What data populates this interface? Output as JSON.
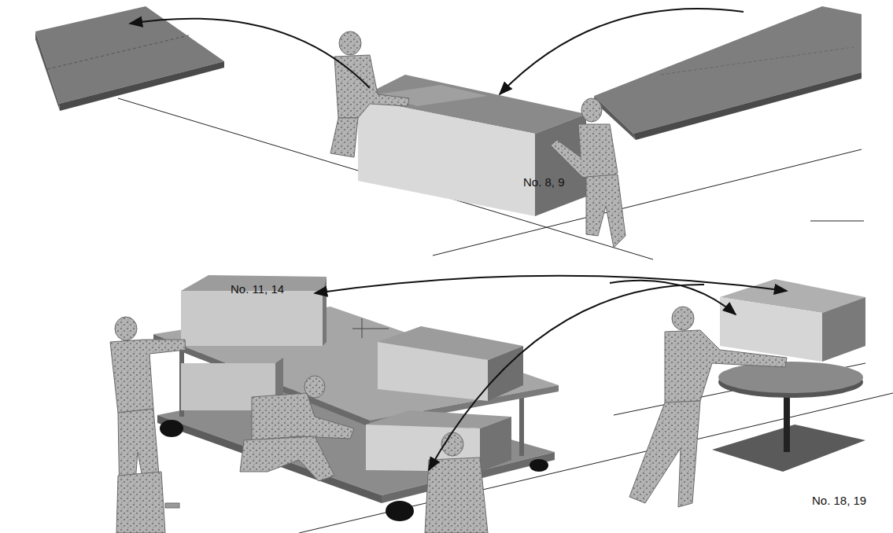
{
  "diagram": {
    "labels": [
      "No. 8, 9",
      "No. 11, 14",
      "No. 18, 19"
    ]
  }
}
